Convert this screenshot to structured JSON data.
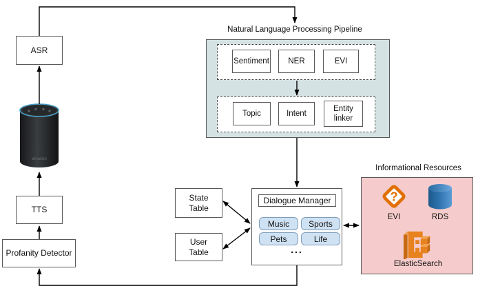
{
  "colors": {
    "line": "#000000",
    "box_border": "#595959",
    "nlp_fill": "#d5e2e4",
    "resources_fill": "#f5cccb",
    "topic_chip_fill": "#cfe2f3",
    "topic_chip_border": "#7f9db9",
    "evi_orange": "#e17000",
    "rds_blue": "#2d72ae",
    "elasticsearch_orange": "#e8821e",
    "echo_ring_blue": "#4aa3c8"
  },
  "nodes": {
    "asr": "ASR",
    "tts": "TTS",
    "profanity_detector": "Profanity Detector",
    "state_table": "State\nTable",
    "user_table": "User\nTable"
  },
  "nlp": {
    "title": "Natural Language Processing Pipeline",
    "stage1": [
      "Sentiment",
      "NER",
      "EVI"
    ],
    "stage2": [
      "Topic",
      "Intent",
      "Entity linker"
    ]
  },
  "dialogue_manager": {
    "title": "Dialogue Manager",
    "topics": [
      "Music",
      "Sports",
      "Pets",
      "Life"
    ],
    "more": "..."
  },
  "resources": {
    "title": "Informational Resources",
    "evi_question_glyph": "?",
    "items": [
      {
        "label": "EVI",
        "icon": "evi-question-diamond-icon"
      },
      {
        "label": "RDS",
        "icon": "rds-database-icon"
      },
      {
        "label": "ElasticSearch",
        "icon": "elasticsearch-icon"
      }
    ]
  },
  "device": {
    "name": "amazon-echo-speaker",
    "brand_text": "amazon"
  }
}
